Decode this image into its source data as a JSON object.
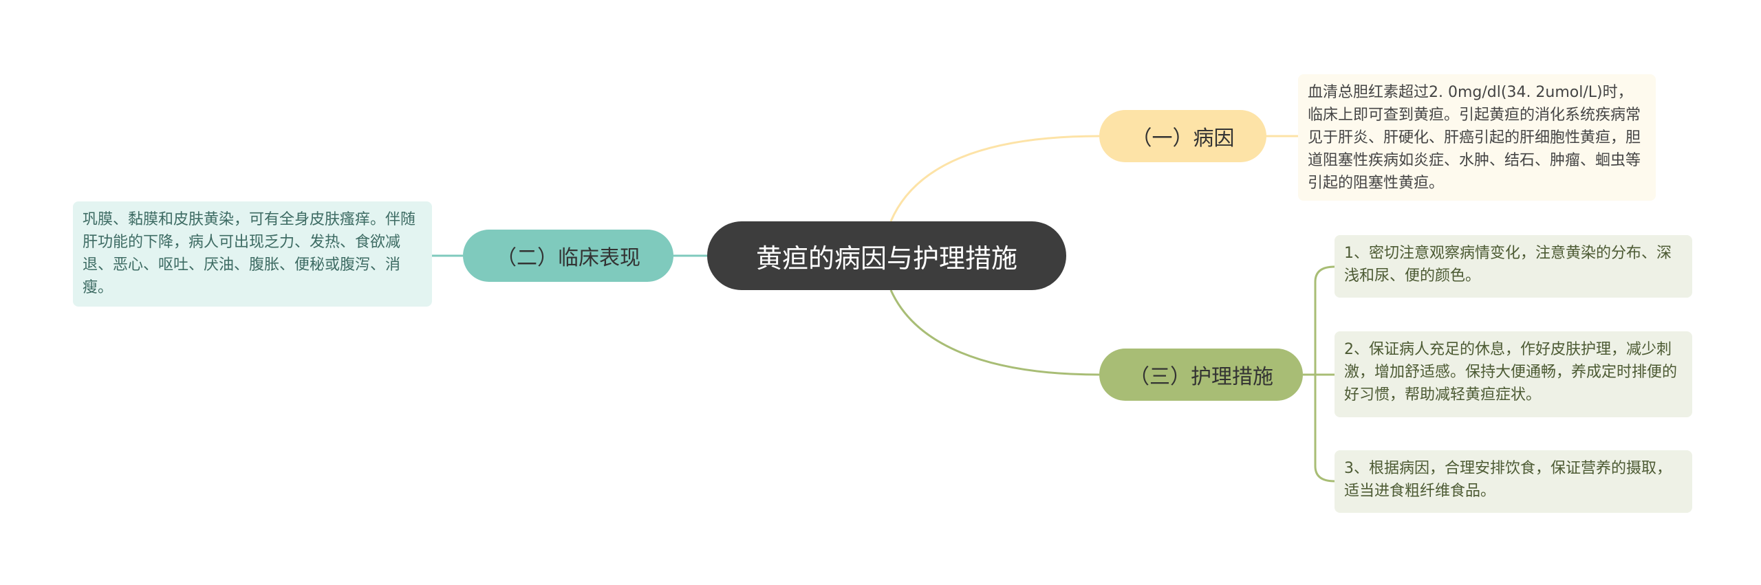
{
  "root": {
    "label": "黄疸的病因与护理措施"
  },
  "branches": [
    {
      "label": "（一）病因",
      "color": "#fde3a7",
      "leaves": [
        "血清总胆红素超过2. 0mg/dl(34. 2umol/L)时，临床上即可查到黄疸。引起黄疸的消化系统疾病常见于肝炎、肝硬化、肝癌引起的肝细胞性黄疸，胆道阻塞性疾病如炎症、水肿、结石、肿瘤、蛔虫等引起的阻塞性黄疸。"
      ]
    },
    {
      "label": "（二）临床表现",
      "color": "#7fcabd",
      "leaves": [
        "巩膜、黏膜和皮肤黄染，可有全身皮肤瘙痒。伴随肝功能的下降，病人可出现乏力、发热、食欲减退、恶心、呕吐、厌油、腹胀、便秘或腹泻、消瘦。"
      ]
    },
    {
      "label": "（三）护理措施",
      "color": "#a8bd75",
      "leaves": [
        "1、密切注意观察病情变化，注意黄染的分布、深浅和尿、便的颜色。",
        "2、保证病人充足的休息，作好皮肤护理，减少刺激，增加舒适感。保持大便通畅，养成定时排便的好习惯，帮助减轻黄疸症状。",
        "3、根据病因，合理安排饮食，保证营养的摄取，适当进食粗纤维食品。"
      ]
    }
  ]
}
